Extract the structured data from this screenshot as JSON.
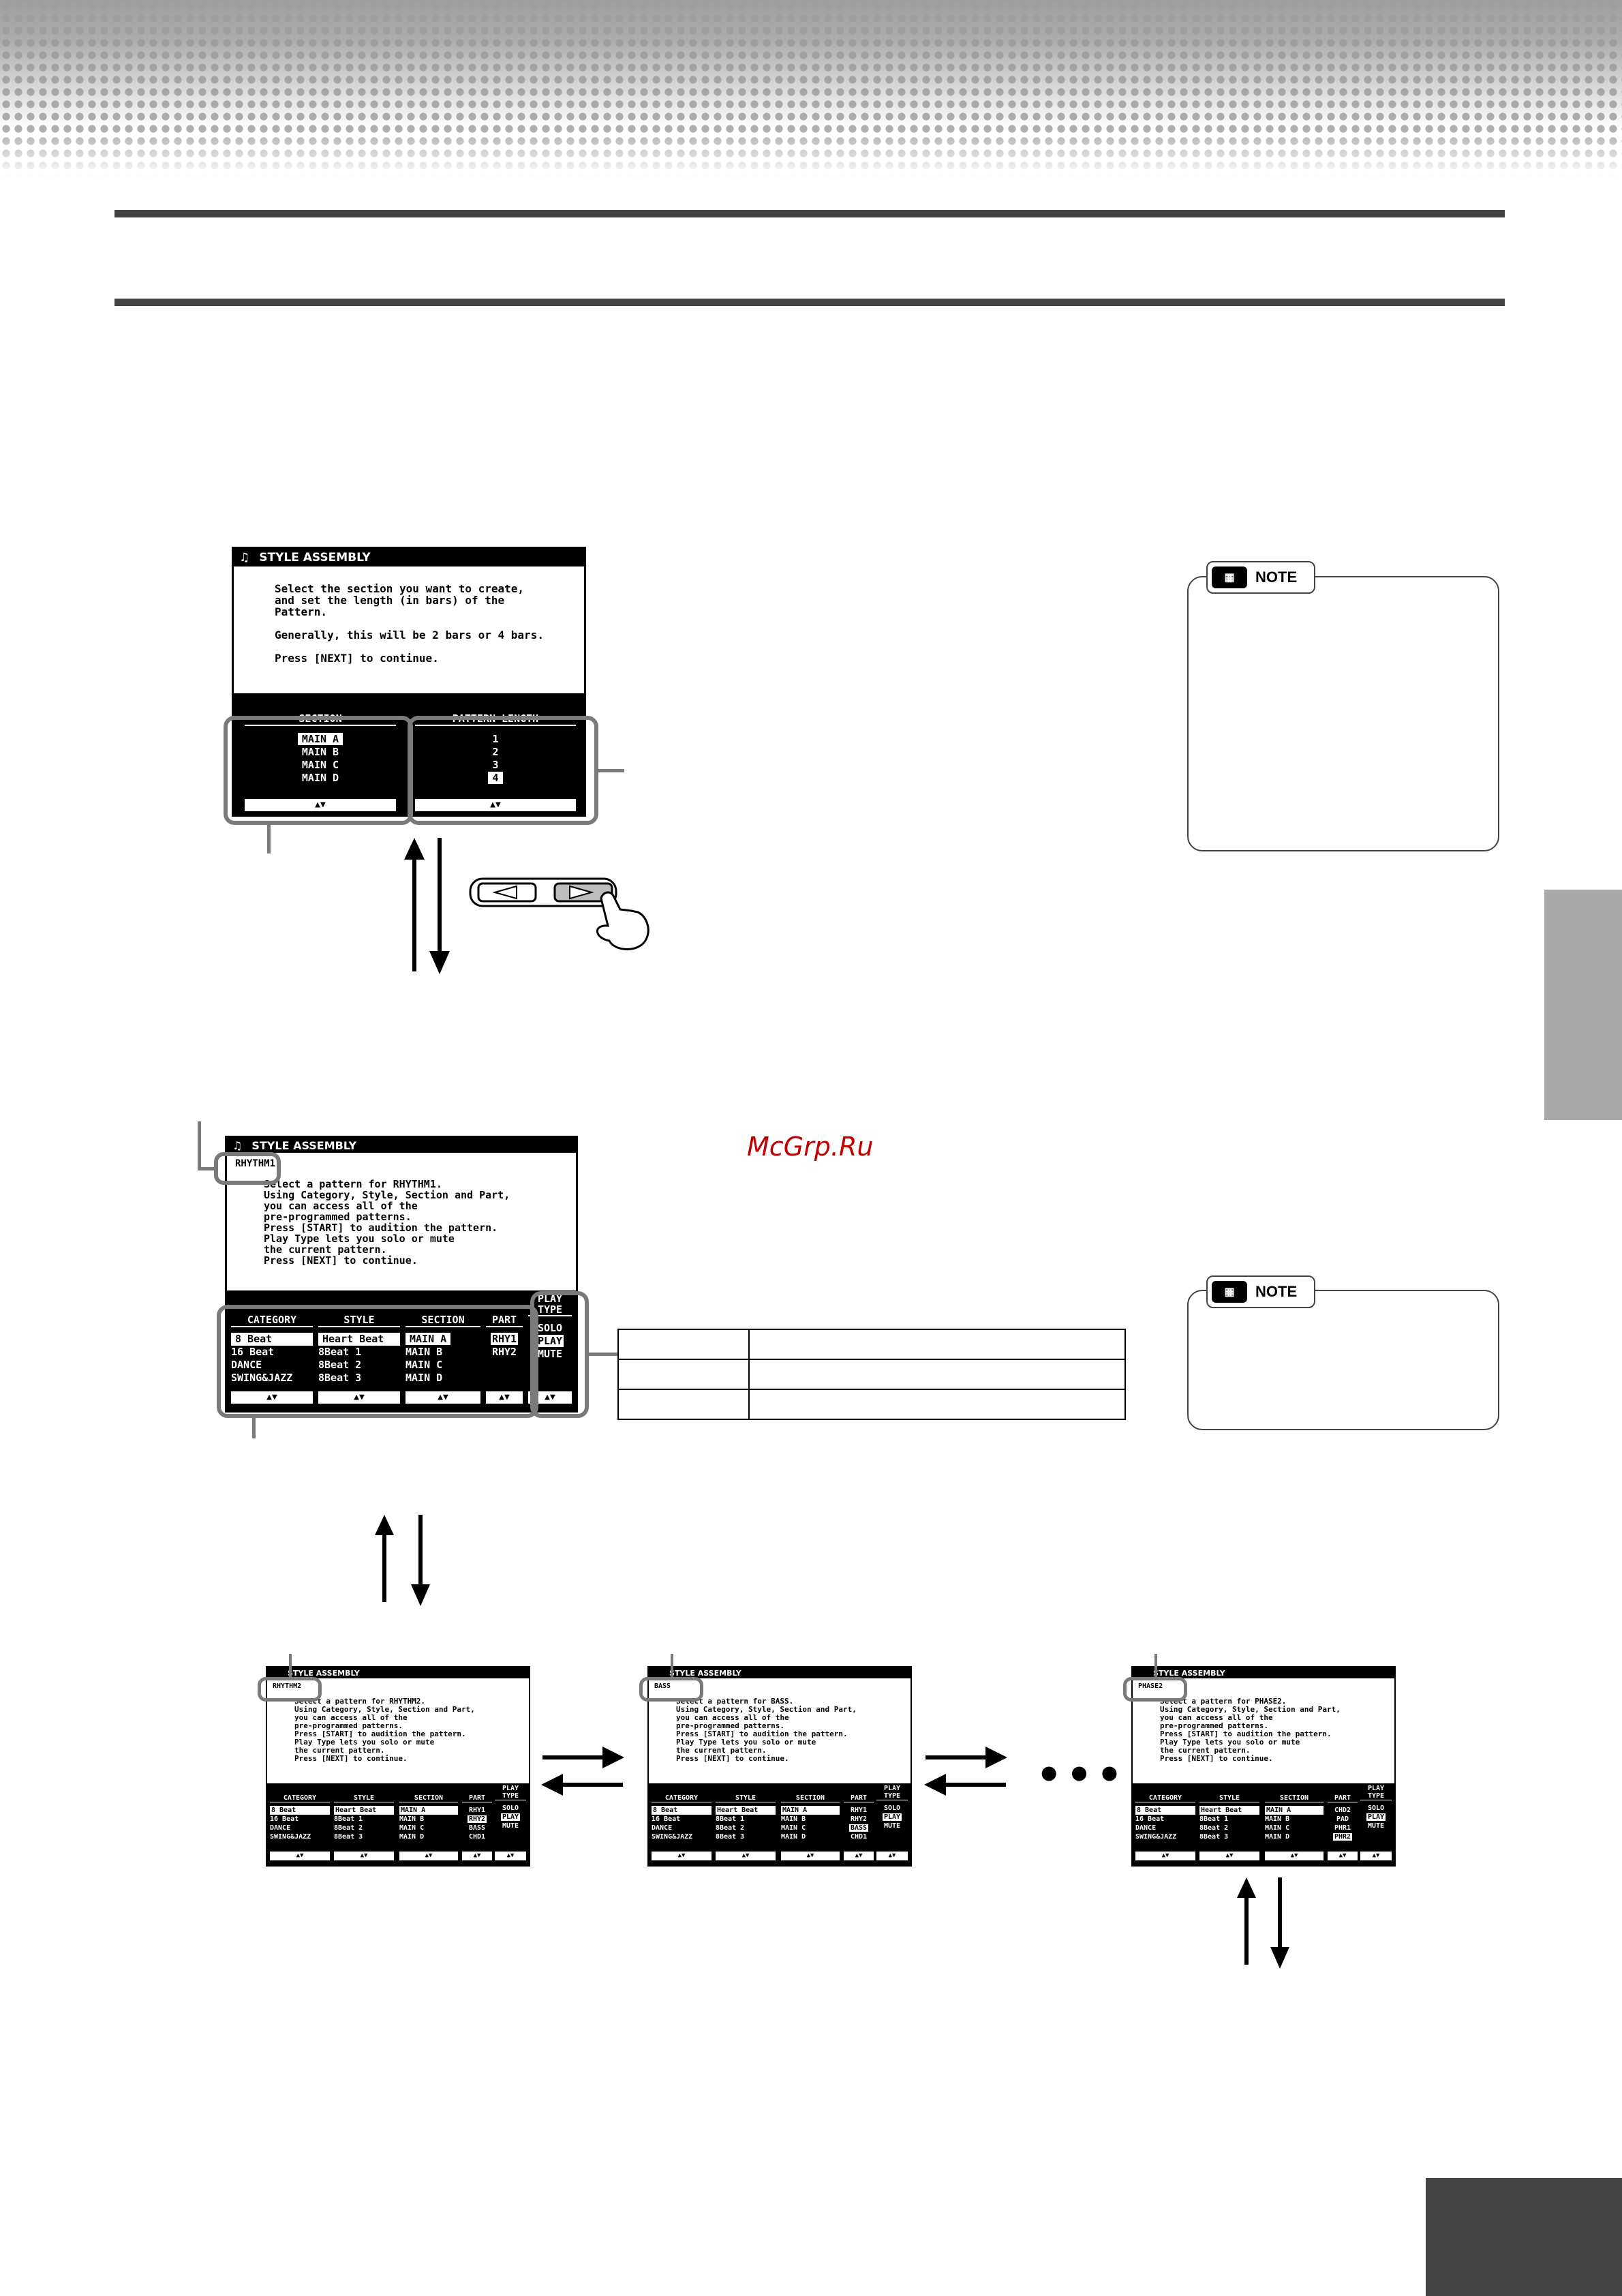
{
  "watermark": "McGrp.Ru",
  "screen1": {
    "title": "STYLE ASSEMBLY",
    "body": "Select the section you want to create,\nand set the length (in bars) of the\nPattern.\n\nGenerally, this will be 2 bars or 4 bars.\n\nPress [NEXT] to continue.",
    "section_header": "SECTION",
    "sections": [
      "MAIN A",
      "MAIN B",
      "MAIN C",
      "MAIN D"
    ],
    "pattern_header": "PATTERN LENGTH",
    "patterns": [
      "1",
      "2",
      "3",
      "4"
    ]
  },
  "screen2": {
    "title": "STYLE ASSEMBLY",
    "part_label": "RHYTHM1",
    "body": "Select a pattern for RHYTHM1.\nUsing Category, Style, Section and Part,\nyou can access all of the\npre-programmed patterns.\nPress [START] to audition the pattern.\nPlay Type lets you solo or mute\nthe current pattern.\nPress [NEXT] to continue.",
    "headers": {
      "category": "CATEGORY",
      "style": "STYLE",
      "section": "SECTION",
      "part": "PART",
      "playtype": "PLAY TYPE"
    },
    "categories": [
      "8 Beat",
      "16 Beat",
      "DANCE",
      "SWING&JAZZ"
    ],
    "styles": [
      "Heart Beat",
      "8Beat 1",
      "8Beat 2",
      "8Beat 3"
    ],
    "sections": [
      "MAIN A",
      "MAIN B",
      "MAIN C",
      "MAIN D"
    ],
    "parts": [
      "RHY1",
      "RHY2"
    ],
    "playtypes": [
      "SOLO",
      "PLAY",
      "MUTE"
    ]
  },
  "mini_screens": [
    {
      "title": "STYLE ASSEMBLY",
      "part_label": "RHYTHM2",
      "body": "Select a pattern for RHYTHM2.\nUsing Category, Style, Section and Part,\nyou can access all of the\npre-programmed patterns.\nPress [START] to audition the pattern.\nPlay Type lets you solo or mute\nthe current pattern.\nPress [NEXT] to continue.",
      "parts": [
        "RHY1",
        "RHY2",
        "BASS",
        "CHD1"
      ]
    },
    {
      "title": "STYLE ASSEMBLY",
      "part_label": "BASS",
      "body": "Select a pattern for BASS.\nUsing Category, Style, Section and Part,\nyou can access all of the\npre-programmed patterns.\nPress [START] to audition the pattern.\nPlay Type lets you solo or mute\nthe current pattern.\nPress [NEXT] to continue.",
      "parts": [
        "RHY1",
        "RHY2",
        "BASS",
        "CHD1"
      ]
    },
    {
      "title": "STYLE ASSEMBLY",
      "part_label": "PHASE2",
      "body": "Select a pattern for PHASE2.\nUsing Category, Style, Section and Part,\nyou can access all of the\npre-programmed patterns.\nPress [START] to audition the pattern.\nPlay Type lets you solo or mute\nthe current pattern.\nPress [NEXT] to continue.",
      "parts": [
        "CHD2",
        "PAD",
        "PHR1",
        "PHR2"
      ]
    }
  ],
  "mini_headers": {
    "category": "CATEGORY",
    "style": "STYLE",
    "section": "SECTION",
    "part": "PART",
    "playtype": "PLAY TYPE"
  },
  "mini_categories": [
    "8 Beat",
    "16 Beat",
    "DANCE",
    "SWING&JAZZ"
  ],
  "mini_styles": [
    "Heart Beat",
    "8Beat 1",
    "8Beat 2",
    "8Beat 3"
  ],
  "mini_sections": [
    "MAIN A",
    "MAIN B",
    "MAIN C",
    "MAIN D"
  ],
  "mini_playtypes": [
    "SOLO",
    "PLAY",
    "MUTE"
  ],
  "note1_label": "NOTE",
  "note2_label": "NOTE",
  "ellipsis": "•••",
  "arrow_glyph": "▲▼",
  "colors": {
    "band": "#9a9a9a",
    "rule": "#444444",
    "callout": "#7a7a7a",
    "watermark": "#c00000"
  }
}
